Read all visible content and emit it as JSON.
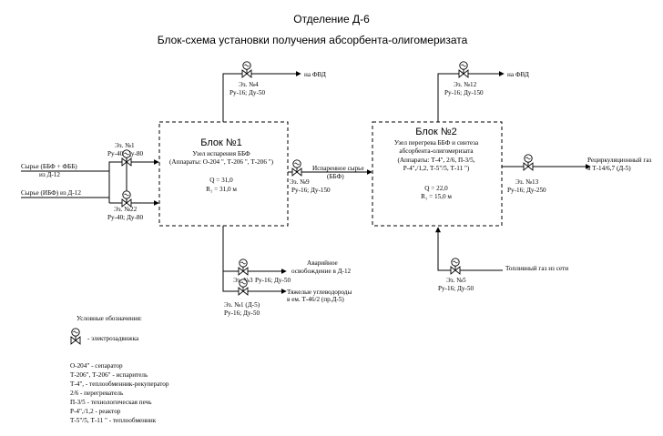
{
  "header": {
    "title": "Отделение Д-6",
    "subtitle": "Блок-схема установки получения абсорбента-олигомеризата"
  },
  "block1": {
    "name": "Блок №1",
    "desc1": "Узел испарения ББФ",
    "desc2": "(Аппараты: О-204 \", Т-206 \", Т-206 \")",
    "q": "Q = 31,0",
    "r": "R₁ = 31,0 м"
  },
  "block2": {
    "name": "Блок №2",
    "desc1": "Узел перегрева ББФ и синтеза",
    "desc2": "абсорбента-олигомеризата",
    "desc3": "(Аппараты: Т-4\", 2/6, П-3/5,",
    "desc4": "Р-4\",/1,2, Т-5\"/5, Т-11 \")",
    "q": "Q = 22,0",
    "r": "R₁ = 15,0 м"
  },
  "valves": {
    "v4": {
      "label": "Эз. №4",
      "spec": "Ру-16; Ду-50",
      "dest": "на ФВД"
    },
    "v12": {
      "label": "Эз. №12",
      "spec": "Ру-16; Ду-150",
      "dest": "на ФВД"
    },
    "v1": {
      "label": "Эз. №1",
      "spec": "Ру-40; Ду-80"
    },
    "v22": {
      "label": "Эз. №22",
      "spec": "Ру-40; Ду-80"
    },
    "v9": {
      "label": "Эз. №9",
      "spec": "Ру-16; Ду-150"
    },
    "v13": {
      "label": "Эз. №13",
      "spec": "Ру-16; Ду-250"
    },
    "v3": {
      "label": "Эз. №3",
      "spec": "Ру-16; Ду-50"
    },
    "v1d5": {
      "label": "Эз. №1 (Д-5)",
      "spec": "Ру-16; Ду-50"
    },
    "v5": {
      "label": "Эз. №5",
      "spec": "Ру-16; Ду-50"
    }
  },
  "flows": {
    "feed1a": "Сырье (ББФ + ФББ)",
    "feed1b": "из Д-12",
    "feed2": "Сырье (ИБФ) из Д-12",
    "vapor_a": "Испаренное сырье",
    "vapor_b": "(ББФ)",
    "recycle_a": "Рециркуляционный газ",
    "recycle_b": "в Т-14/6,7 (Д-5)",
    "emergency_a": "Аварийное",
    "emergency_b": "освобождение в Д-12",
    "heavy_a": "Тяжелые углеводороды",
    "heavy_b": "в ем. Т-46/2 (пр.Д-5)",
    "fuel": "Топливный газ из сети"
  },
  "legend": {
    "title": "Условные обозначения:",
    "valve": "- электрозадвижка",
    "items": [
      "О-204\" - сепаратор",
      "Т-206\", Т-206\" - испаритель",
      "Т-4\", - теплообменник-рекуператор",
      "2/6 - перегреватель",
      "П-3/5 - технологическая печь",
      "Р-4\",/1,2 - реактор",
      "Т-5\"/5, Т-11 \" - теплообменник"
    ]
  }
}
